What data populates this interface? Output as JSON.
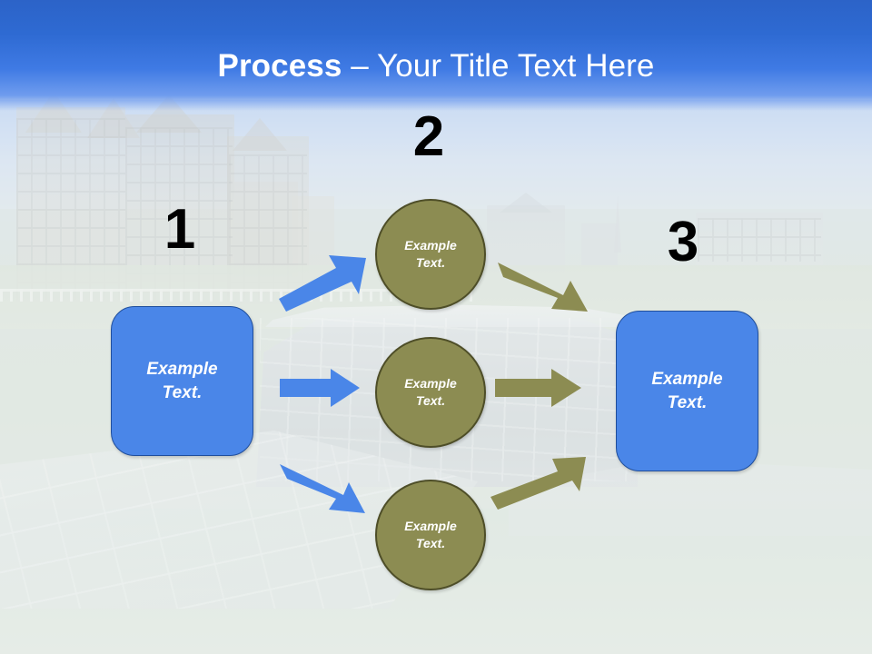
{
  "slide": {
    "title_bold": "Process",
    "title_rest": " – Your Title Text Here",
    "colors": {
      "header_blue": "#2e6ad2",
      "box_blue": "#4a86e8",
      "box_blue_border": "#1f4e9c",
      "circle_olive": "#8c8c52",
      "circle_olive_border": "#4e4e28",
      "arrow_blue": "#4a86e8",
      "arrow_olive": "#8c8c52",
      "number_black": "#000000",
      "shape_text_white": "#ffffff"
    }
  },
  "steps": [
    {
      "number": "1",
      "label": "Example\nText."
    },
    {
      "number": "2",
      "label": "Example\nText."
    },
    {
      "number": "3",
      "label": "Example\nText."
    }
  ],
  "middle_nodes": [
    {
      "label": "Example\nText."
    },
    {
      "label": "Example\nText."
    },
    {
      "label": "Example\nText."
    }
  ],
  "arrows": [
    {
      "name": "blue-arrow-up",
      "color": "#4a86e8",
      "direction": "up-right"
    },
    {
      "name": "blue-arrow-right",
      "color": "#4a86e8",
      "direction": "right"
    },
    {
      "name": "blue-arrow-down",
      "color": "#4a86e8",
      "direction": "down-right"
    },
    {
      "name": "olive-arrow-down",
      "color": "#8c8c52",
      "direction": "down-right"
    },
    {
      "name": "olive-arrow-right",
      "color": "#8c8c52",
      "direction": "right"
    },
    {
      "name": "olive-arrow-up",
      "color": "#8c8c52",
      "direction": "up-right"
    }
  ]
}
